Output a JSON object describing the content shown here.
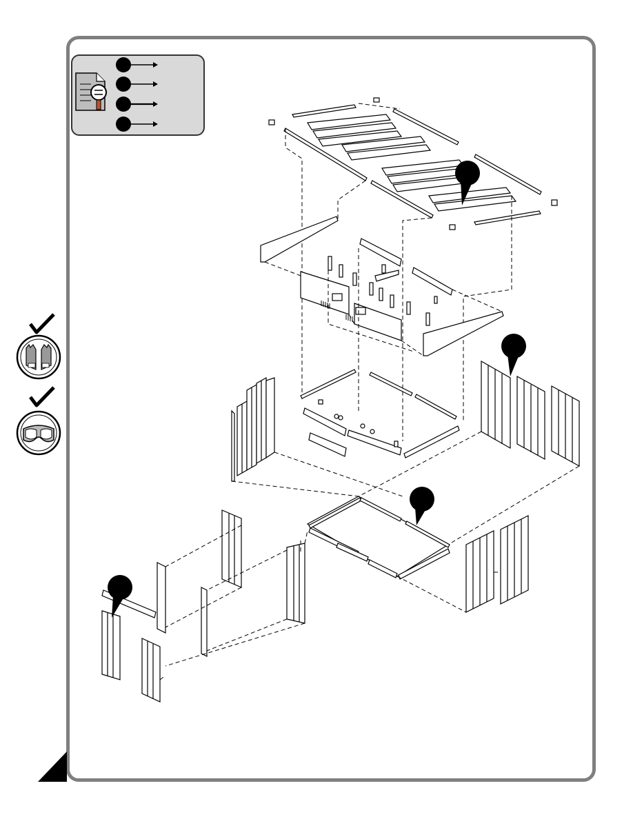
{
  "legend": {
    "steps": [
      "",
      "",
      "",
      ""
    ],
    "icon": "magnifier-document-icon"
  },
  "safety": {
    "items": [
      {
        "icon": "gloves-icon",
        "checked": true
      },
      {
        "icon": "goggles-icon",
        "checked": true
      }
    ]
  },
  "callouts": [
    {
      "name": "callout-roof",
      "text": ""
    },
    {
      "name": "callout-wall-panels",
      "text": ""
    },
    {
      "name": "callout-floor-frame",
      "text": ""
    },
    {
      "name": "callout-doors",
      "text": ""
    }
  ],
  "colors": {
    "frame": "#7f7f7f",
    "legend_bg": "#d9d9d9",
    "ink": "#000000"
  }
}
